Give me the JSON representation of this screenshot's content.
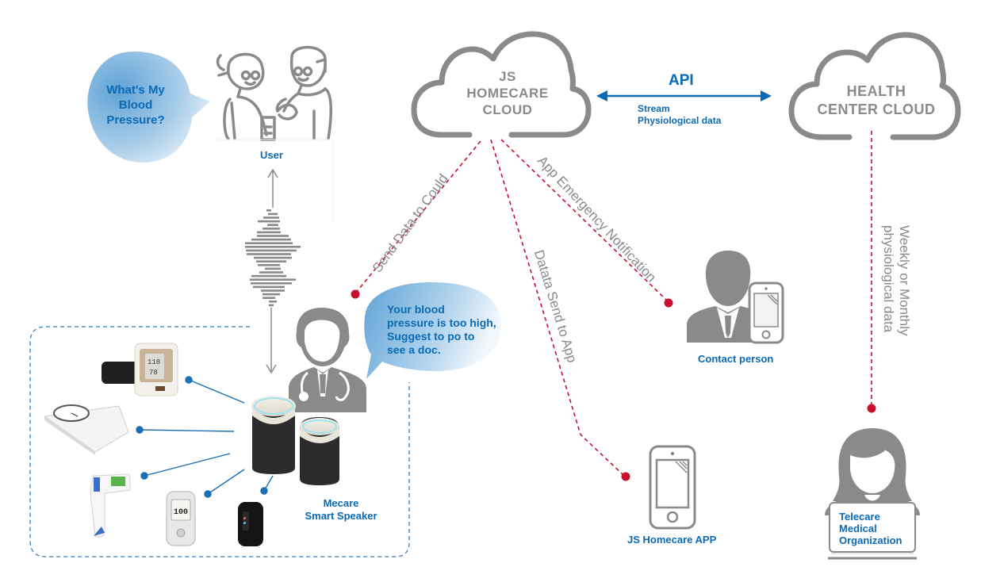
{
  "user_bubble": {
    "lines": [
      "What's My",
      "Blood",
      "Pressure?"
    ]
  },
  "user_label": "User",
  "doctor_bubble": {
    "lines": [
      "Your blood",
      "pressure is too high,",
      "Suggest to po to",
      "see a doc."
    ]
  },
  "speaker_label": {
    "lines": [
      "Mecare",
      "Smart Speaker"
    ]
  },
  "homecare_cloud": {
    "lines": [
      "JS",
      "HOMECARE",
      "CLOUD"
    ]
  },
  "health_cloud": {
    "lines": [
      "HEALTH",
      "CENTER CLOUD"
    ]
  },
  "api": {
    "title": "API",
    "sub_lines": [
      "Stream",
      "Physiological data"
    ]
  },
  "connections": {
    "send_data": "Send Data to Could",
    "data_send_app": "Datata Send to App",
    "emergency": "App Emergency Notification",
    "weekly": {
      "lines": [
        "Weekly or Monthly",
        "physiological data"
      ]
    }
  },
  "contact_label": "Contact person",
  "app_label": "JS Homecare APP",
  "telecare_label": {
    "lines": [
      "Telecare",
      "Medical",
      "Organization"
    ]
  },
  "devices": [
    {
      "name": "blood-pressure-monitor",
      "readout": [
        "118",
        "78"
      ]
    },
    {
      "name": "weighing-scale"
    },
    {
      "name": "infrared-thermometer"
    },
    {
      "name": "glucose-meter",
      "readout": [
        "100"
      ]
    },
    {
      "name": "pulse-oximeter"
    }
  ],
  "colors": {
    "brand_blue": "#0a6ab5",
    "connector_red": "#c8102e",
    "icon_gray": "#8a8a8a",
    "device_link_blue": "#1a6fb5"
  }
}
